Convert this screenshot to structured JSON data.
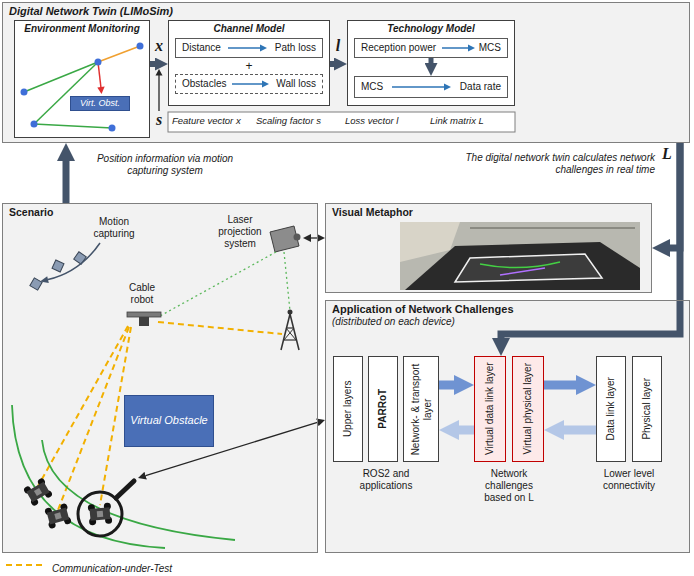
{
  "diagram": {
    "nodes": [
      {
        "text": [
          "Digital Network Twin (LIMoSim)"
        ]
      },
      {
        "text": [
          "Environment Monitoring"
        ],
        "in": 0
      },
      {
        "text": [
          "Virt. Obst."
        ],
        "in": 1
      },
      {
        "text": [
          "Channel Model"
        ],
        "in": 0
      },
      {
        "text": [
          "Distance",
          "Path loss"
        ],
        "in": 3
      },
      {
        "text": [
          "Obstacles",
          "Wall loss"
        ],
        "in": 3
      },
      {
        "text": [
          "Technology Model"
        ],
        "in": 0
      },
      {
        "text": [
          "Reception power",
          "MCS"
        ],
        "in": 6
      },
      {
        "text": [
          "MCS",
          "Data rate"
        ],
        "in": 6
      },
      {
        "text": [
          "Scenario"
        ]
      },
      {
        "text": [
          "Virtual Obstacle"
        ],
        "in": 9
      },
      {
        "text": [
          "Visual Metaphor"
        ]
      },
      {
        "text": [
          "Application of Network Challenges",
          "(distributed on each device)"
        ]
      },
      {
        "text": [
          "Upper layers"
        ],
        "in": 12
      },
      {
        "text": [
          "PARRoT"
        ],
        "in": 12
      },
      {
        "text": [
          "Network- & transport layer"
        ],
        "in": 12
      },
      {
        "text": [
          "Virtual data link layer"
        ],
        "in": 12
      },
      {
        "text": [
          "Virtual physical layer"
        ],
        "in": 12
      },
      {
        "text": [
          "Data link layer"
        ],
        "in": 12
      },
      {
        "text": [
          "Physical layer"
        ],
        "in": 12
      }
    ],
    "edges": [
      {
        "from": 1,
        "to": 3,
        "arrow": "to",
        "label": "x"
      },
      {
        "from": 3,
        "to": 6,
        "arrow": "to",
        "label": "l"
      },
      {
        "from": 7,
        "to": 8,
        "arrow": "to"
      },
      {
        "from": 9,
        "to": 0,
        "arrow": "to",
        "label": "Position information via motion capturing system"
      },
      {
        "from": 0,
        "to": 16,
        "arrow": "to",
        "label": "L"
      },
      {
        "from": 0,
        "to": 11,
        "arrow": "to"
      },
      {
        "from": 9,
        "to": 11,
        "arrow": "both"
      },
      {
        "from": 9,
        "to": 12,
        "arrow": "both"
      },
      {
        "from": 15,
        "to": 16,
        "arrow": "to"
      },
      {
        "from": 16,
        "to": 15,
        "arrow": "to"
      },
      {
        "from": 17,
        "to": 18,
        "arrow": "to"
      },
      {
        "from": 18,
        "to": 17,
        "arrow": "to"
      }
    ],
    "labels": [
      "s",
      "+",
      "Feature vector x",
      "Scaling factor s",
      "Loss vector l",
      "Link matrix L",
      "The digital network twin calculates network challenges in real time",
      "Motion capturing",
      "Laser projection system",
      "Cable robot",
      "ROS2 and applications",
      "Network challenges based on L",
      "Lower level connectivity"
    ],
    "legend": [
      {
        "text": "Communication-under-Test"
      }
    ]
  }
}
